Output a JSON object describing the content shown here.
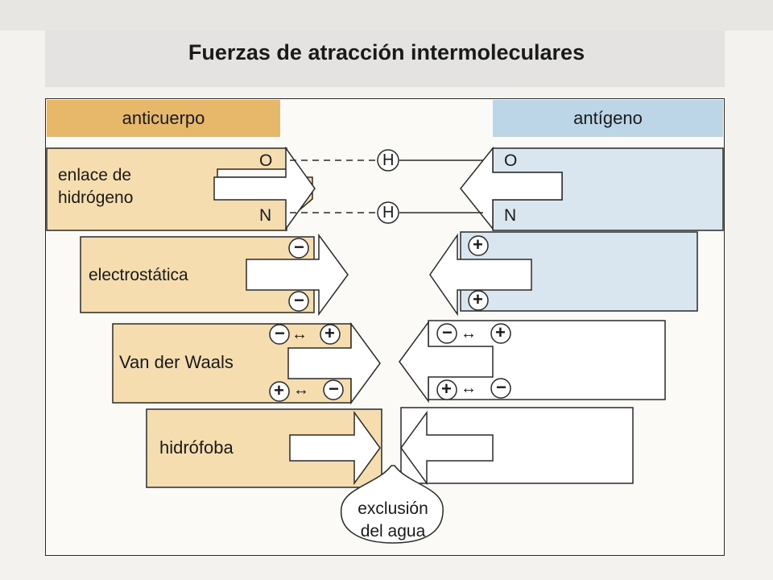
{
  "title": "Fuerzas de atracción intermoleculares",
  "headers": {
    "antibody": "anticuerpo",
    "antigen": "antígeno"
  },
  "forces": {
    "hydrogen_line1": "enlace de",
    "hydrogen_line2": "hidrógeno",
    "electrostatic": "electrostática",
    "vanderwaals": "Van der Waals",
    "hydrophobic": "hidrófoba"
  },
  "atoms": {
    "O": "O",
    "N": "N",
    "H": "H"
  },
  "charges": {
    "minus": "−",
    "plus": "+",
    "vdw_left_top": "⊖↔⊕",
    "vdw_left_bottom": "⊕↔⊖",
    "vdw_right_top": "⊖↔⊕",
    "vdw_right_bottom": "⊕↔⊖",
    "arrow": "↔"
  },
  "water_exclusion_line1": "exclusión",
  "water_exclusion_line2": "del agua",
  "colors": {
    "antibody_header": "#e8b86a",
    "antibody_box": "#f5ddb0",
    "antigen_header": "#bcd6e8",
    "antigen_box": "#d9e5ef",
    "line": "#2a2a2a"
  }
}
